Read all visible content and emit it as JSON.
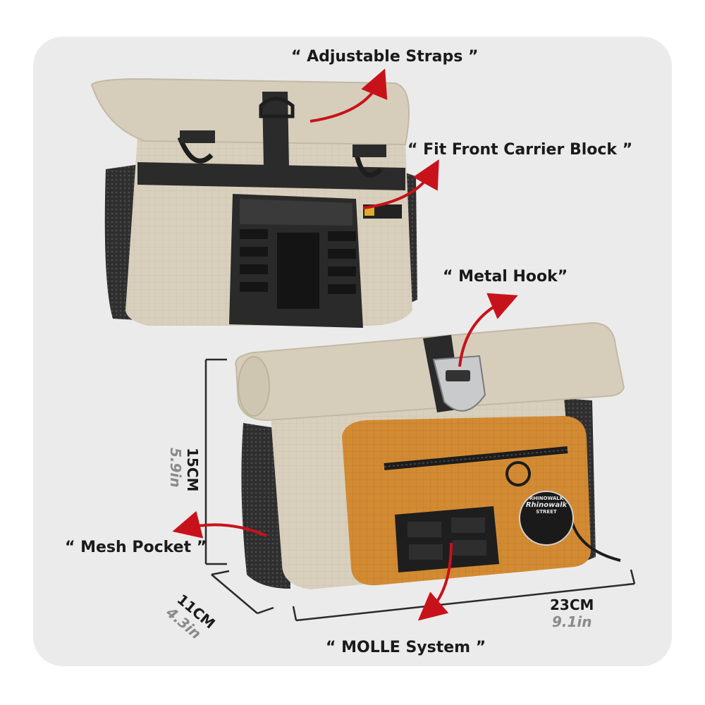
{
  "callouts": {
    "straps": "“ Adjustable Straps ”",
    "carrier": "“ Fit Front Carrier Block ”",
    "hook": "“ Metal Hook”",
    "mesh": "“ Mesh Pocket ”",
    "molle": "“ MOLLE System ”"
  },
  "dimensions": {
    "height_cm": "15CM",
    "height_in": "5.9in",
    "depth_cm": "11CM",
    "depth_in": "4.3in",
    "width_cm": "23CM",
    "width_in": "9.1in"
  },
  "patch": {
    "top": "RHINOWALK",
    "middle": "Rhinowalk",
    "bottom": "STREET"
  },
  "colors": {
    "panel": "#ebebeb",
    "bag_canvas": "#d9d1bf",
    "bag_orange": "#d18a32",
    "mesh": "#3a3a3a",
    "arrow_red": "#c8121b"
  }
}
